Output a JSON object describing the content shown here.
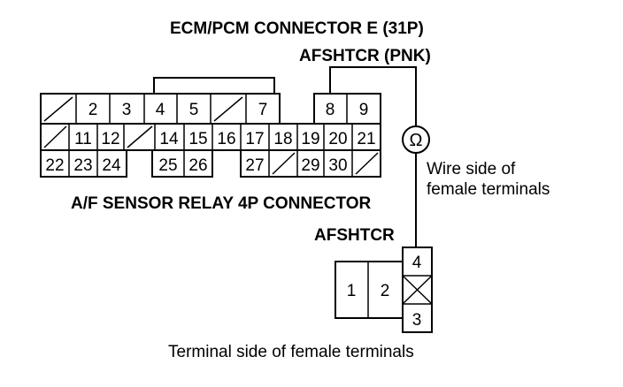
{
  "labels": {
    "ecm_connector_title": "ECM/PCM CONNECTOR E (31P)",
    "afshtcr_pnk": "AFSHTCR (PNK)",
    "wire_side_line1": "Wire side of",
    "wire_side_line2": "female terminals",
    "relay_connector_title": "A/F SENSOR RELAY 4P CONNECTOR",
    "afshtcr": "AFSHTCR",
    "terminal_side": "Terminal side of female terminals"
  },
  "ecm_connector": {
    "row1": [
      "",
      "2",
      "3",
      "4",
      "5",
      "",
      "7",
      "8",
      "9"
    ],
    "row2": [
      "",
      "11",
      "12",
      "",
      "14",
      "15",
      "16",
      "17",
      "18",
      "19",
      "20",
      "21"
    ],
    "row3": [
      "22",
      "23",
      "24",
      "25",
      "26",
      "27",
      "",
      "29",
      "30",
      ""
    ]
  },
  "relay_connector": {
    "pins": [
      "1",
      "2",
      "4",
      "3"
    ]
  },
  "meter_symbol": "Ω"
}
